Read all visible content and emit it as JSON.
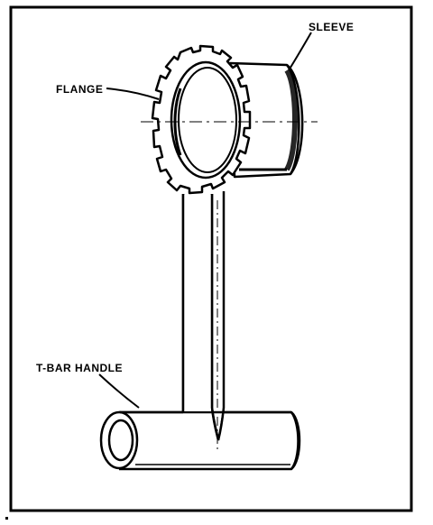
{
  "diagram": {
    "labels": {
      "sleeve": "SLEEVE",
      "flange": "FLANGE",
      "handle": "T-BAR HANDLE"
    },
    "colors": {
      "ink": "#000000",
      "paper": "#ffffff"
    }
  }
}
